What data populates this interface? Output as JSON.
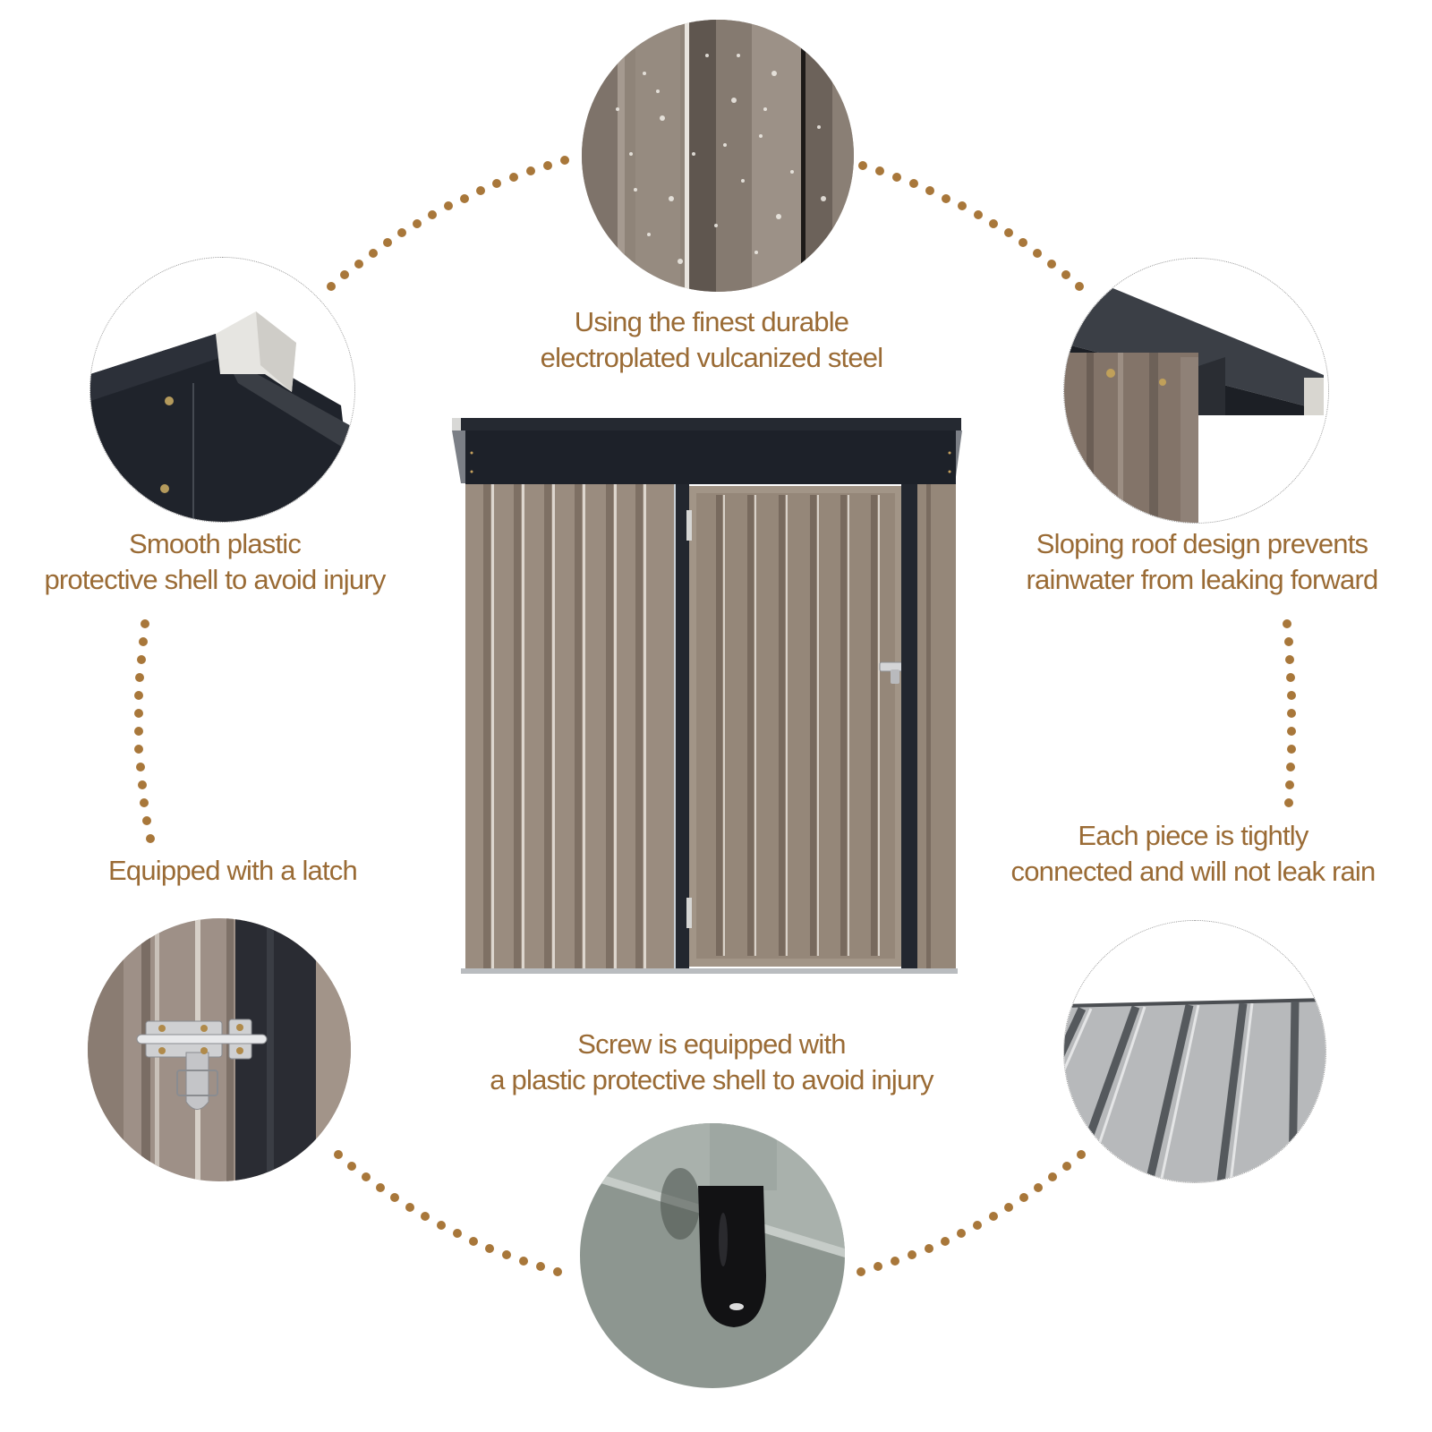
{
  "theme": {
    "text_color": "#9a6b35",
    "dot_color": "#a8773a",
    "shed_panel_color": "#9b8d80",
    "shed_trim_color": "#262a33",
    "background": "#ffffff"
  },
  "features": [
    {
      "id": "steel",
      "position": "top-center",
      "lines": [
        "Using the finest durable",
        "electroplated vulcanized steel"
      ],
      "image": "wet-corrugated-steel-panel-closeup"
    },
    {
      "id": "plastic-shell",
      "position": "top-left",
      "lines": [
        "Smooth plastic",
        "protective shell to avoid injury"
      ],
      "image": "roof-corner-white-plastic-cap-closeup"
    },
    {
      "id": "sloping-roof",
      "position": "top-right",
      "lines": [
        "Sloping roof design prevents",
        "rainwater from leaking forward"
      ],
      "image": "sloping-roof-overhang-closeup"
    },
    {
      "id": "latch",
      "position": "bottom-left",
      "lines": [
        "Equipped with a latch"
      ],
      "image": "door-barrel-latch-closeup"
    },
    {
      "id": "tight-connection",
      "position": "bottom-right",
      "lines": [
        "Each piece is tightly",
        "connected and will not leak rain"
      ],
      "image": "corrugated-roof-panels-closeup"
    },
    {
      "id": "screw-cap",
      "position": "bottom-center",
      "lines": [
        "Screw is equipped with",
        "a plastic protective shell to avoid injury"
      ],
      "image": "black-screw-cap-closeup"
    }
  ],
  "product": {
    "image": "metal-garden-shed-front-view"
  }
}
